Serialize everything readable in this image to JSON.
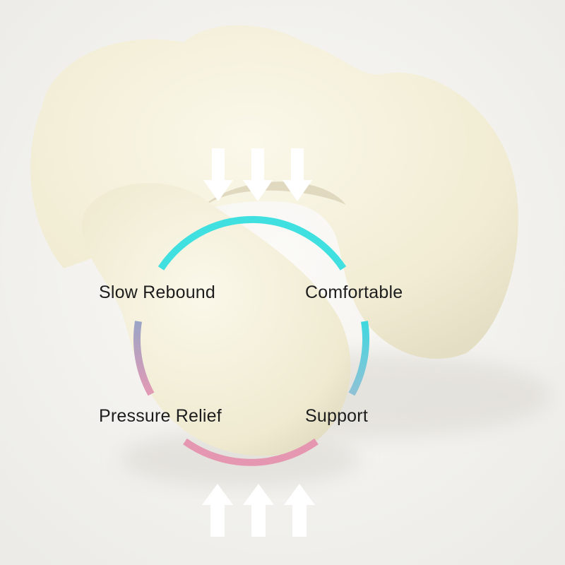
{
  "features": {
    "top_left": "Slow Rebound",
    "top_right": "Comfortable",
    "bottom_left": "Pressure Relief",
    "bottom_right": "Support"
  },
  "icons": {
    "top_arrows": "down-arrow-icon",
    "bottom_arrows": "up-arrow-icon"
  },
  "colors": {
    "ring_top": "#3fe0df",
    "ring_right_bottom": "#6ec6dc",
    "ring_bottom": "#e596b1",
    "ring_left_top": "#9fa6c4",
    "ring_left_bottom": "#e19ab5",
    "foam": "#f6f2e0",
    "background": "#f4f3f0"
  }
}
